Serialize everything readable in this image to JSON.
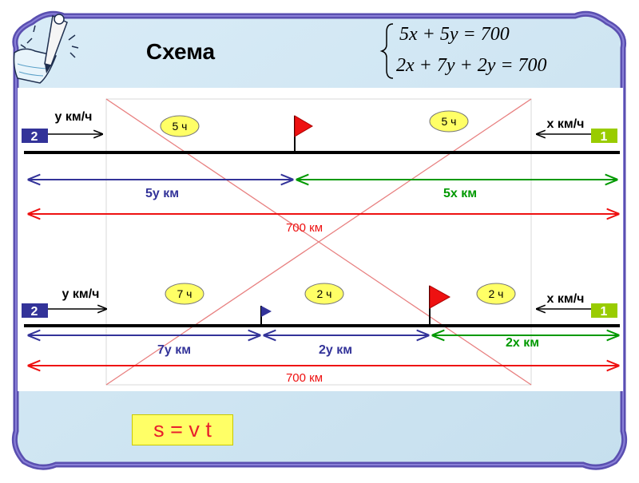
{
  "title": "Схема",
  "system": {
    "eq1": "5x + 5y = 700",
    "eq2": "2x + 7y + 2y = 700"
  },
  "scene1": {
    "car2_label": "2",
    "car1_label": "1",
    "speed2": "у км/ч",
    "speed1": "х км/ч",
    "time_left": "5 ч",
    "time_right": "5 ч",
    "dist_left": "5у км",
    "dist_right": "5х км",
    "total": "700 км"
  },
  "scene2": {
    "car2_label": "2",
    "car1_label": "1",
    "speed2": "у км/ч",
    "speed1": "х км/ч",
    "time_a": "7 ч",
    "time_b": "2 ч",
    "time_c": "2 ч",
    "dist_a": "7у км",
    "dist_b": "2у км",
    "dist_c": "2х км",
    "total": "700 км"
  },
  "formula": "s = v t",
  "colors": {
    "frame": "#4a3fa0",
    "frame_bg": "#cfe5f2",
    "car2": "#333399",
    "car1": "#99cc00",
    "blue_arrow": "#333399",
    "green_arrow": "#009900",
    "red_arrow": "#ee1111",
    "badge": "#ffff66"
  }
}
